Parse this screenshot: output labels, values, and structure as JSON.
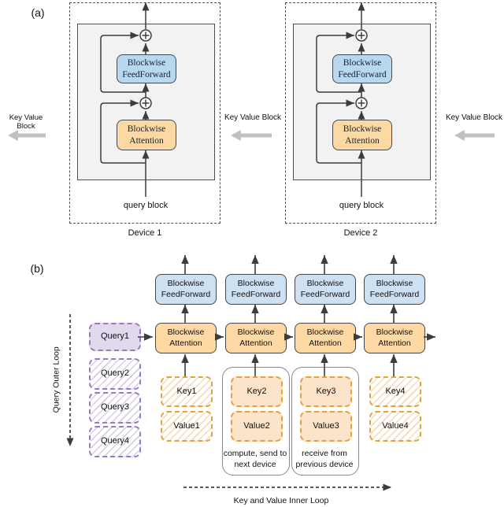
{
  "panel_a": {
    "label": "(a)",
    "kv_left": "Key Value Block",
    "kv_middle": "Key Value Block",
    "kv_right": "Key Value Block",
    "devices": [
      {
        "name": "Device 1",
        "feedforward": "Blockwise\nFeedForward",
        "attention": "Blockwise\nAttention",
        "query_label": "query block"
      },
      {
        "name": "Device 2",
        "feedforward": "Blockwise\nFeedForward",
        "attention": "Blockwise\nAttention",
        "query_label": "query block"
      }
    ]
  },
  "panel_b": {
    "label": "(b)",
    "outer_loop": "Query Outer Loop",
    "inner_loop": "Key and Value Inner Loop",
    "queries": [
      "Query1",
      "Query2",
      "Query3",
      "Query4"
    ],
    "columns": [
      {
        "feedforward": "Blockwise\nFeedForward",
        "attention": "Blockwise\nAttention",
        "key": "Key1",
        "value": "Value1",
        "note": ""
      },
      {
        "feedforward": "Blockwise\nFeedForward",
        "attention": "Blockwise\nAttention",
        "key": "Key2",
        "value": "Value2",
        "note": "compute, send to\nnext device"
      },
      {
        "feedforward": "Blockwise\nFeedForward",
        "attention": "Blockwise\nAttention",
        "key": "Key3",
        "value": "Value3",
        "note": "receive from\nprevious device"
      },
      {
        "feedforward": "Blockwise\nFeedForward",
        "attention": "Blockwise\nAttention",
        "key": "Key4",
        "value": "Value4",
        "note": ""
      }
    ]
  },
  "colors": {
    "blue_a": "#b8d8ef",
    "blue_b": "#cde1f3",
    "orange_a": "#fcd9a3",
    "orange_b": "#ffd9a3",
    "kv_fill": "#fbe4ca",
    "kv_border": "#e2a33e",
    "query_fill": "#e3d9ee",
    "query_border": "#9879c8",
    "gray_arrow": "#c1c1c1",
    "line": "#3c3c3c"
  }
}
